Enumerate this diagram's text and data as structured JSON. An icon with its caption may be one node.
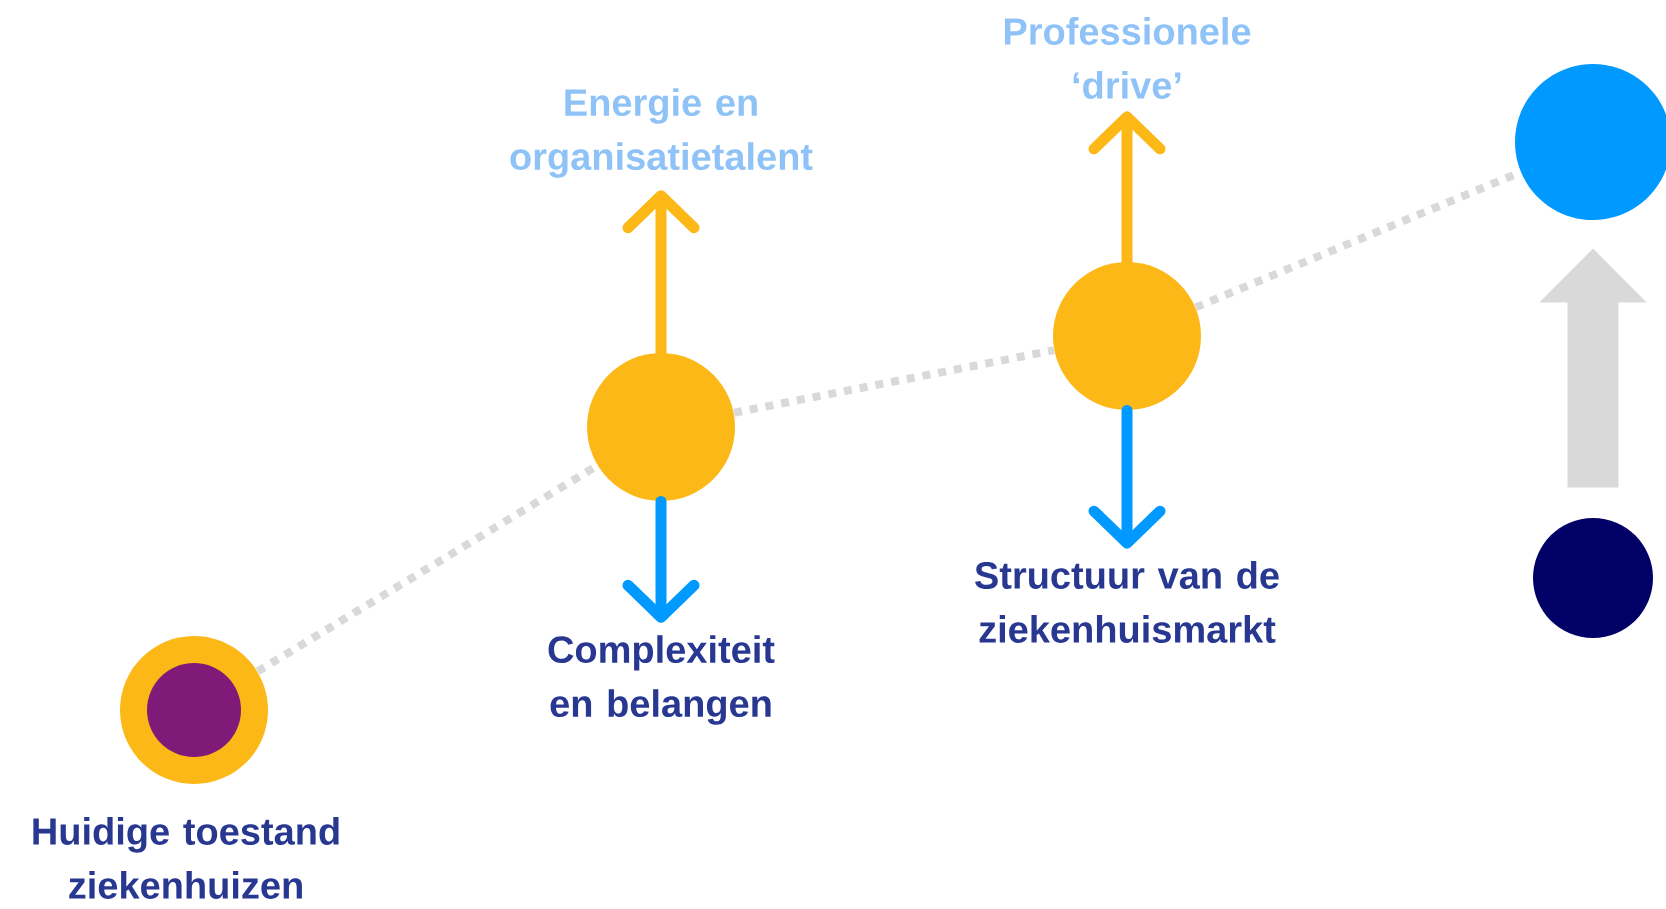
{
  "diagram": {
    "nodes": [
      {
        "text": [
          "Huidige toestand ziekenhuizen"
        ]
      },
      {
        "text": [
          "Energie en organisatietalent"
        ]
      },
      {
        "text": [],
        "shape": "circle"
      },
      {
        "text": [
          "Complexiteit en belangen"
        ]
      },
      {
        "text": [
          "Professionele ‘drive’"
        ]
      },
      {
        "text": [],
        "shape": "circle"
      },
      {
        "text": [
          "Structuur van de ziekenhuismarkt"
        ]
      },
      {
        "text": [],
        "shape": "circle"
      },
      {
        "text": [],
        "shape": "circle"
      }
    ],
    "edges": [
      {
        "from": 0,
        "to": 2,
        "arrow": "none",
        "style": "dashed",
        "color": "#d9d9d9"
      },
      {
        "from": 2,
        "to": 5,
        "arrow": "none",
        "style": "dashed",
        "color": "#d9d9d9"
      },
      {
        "from": 5,
        "to": 7,
        "arrow": "none",
        "style": "dashed",
        "color": "#d9d9d9"
      },
      {
        "from": 2,
        "to": 1,
        "arrow": "to",
        "color": "#fbb817"
      },
      {
        "from": 2,
        "to": 3,
        "arrow": "to",
        "color": "#0099ff"
      },
      {
        "from": 5,
        "to": 4,
        "arrow": "to",
        "color": "#fbb817"
      },
      {
        "from": 5,
        "to": 6,
        "arrow": "to",
        "color": "#0099ff"
      },
      {
        "from": 8,
        "to": 7,
        "arrow": "to",
        "style": "thick",
        "color": "#d9d9d9"
      }
    ]
  }
}
